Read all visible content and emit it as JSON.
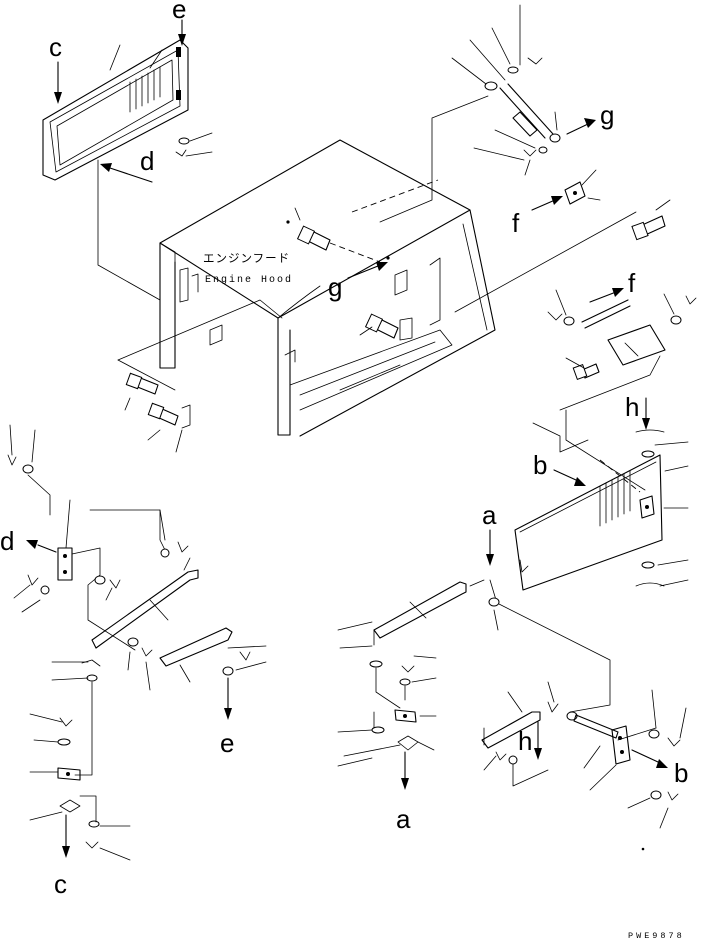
{
  "diagram": {
    "part_name_jp": "エンジンフード",
    "part_name_en": "Engine Hood",
    "drawing_code": "PWE9878",
    "callouts": {
      "a": "a",
      "b": "b",
      "c": "c",
      "d": "d",
      "e": "e",
      "f": "f",
      "g": "g",
      "h": "h"
    }
  }
}
